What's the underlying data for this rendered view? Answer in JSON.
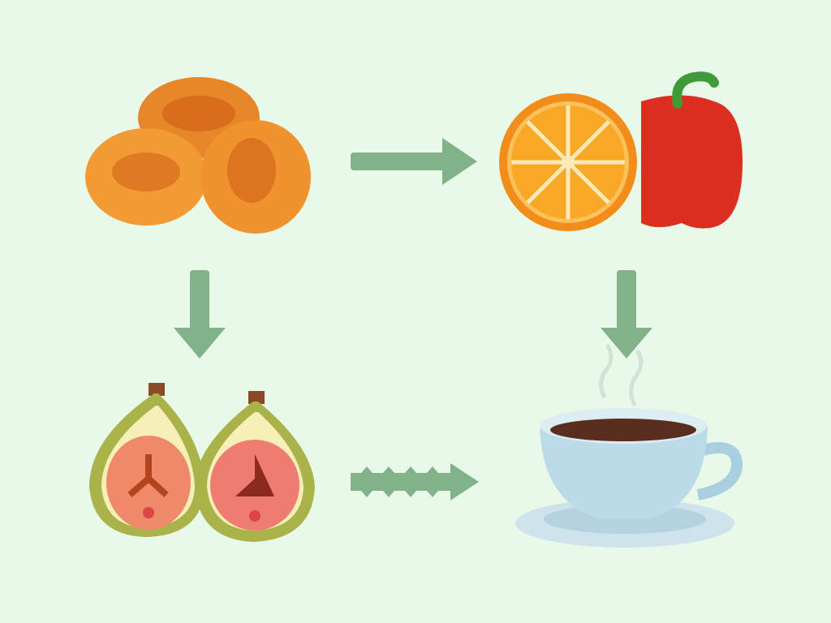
{
  "colors": {
    "background": "#e9f9e9",
    "arrow": "#82b28a",
    "apricot": "#f0902c",
    "orange": "#f9a825",
    "pepper": "#dd2e22",
    "fig_skin": "#a9b34a",
    "fig_flesh": "#ee8a6a",
    "cup": "#bcdbe8",
    "coffee": "#5a2e1e"
  },
  "items": [
    {
      "id": "dried-apricots",
      "icon": "dried-apricots-icon"
    },
    {
      "id": "orange-and-pepper",
      "icon": "orange-slice-and-red-pepper-icon"
    },
    {
      "id": "figs",
      "icon": "fig-halves-icon"
    },
    {
      "id": "coffee-cup",
      "icon": "coffee-cup-icon"
    }
  ],
  "arrows": [
    {
      "from": "dried-apricots",
      "to": "orange-and-pepper",
      "style": "solid"
    },
    {
      "from": "dried-apricots",
      "to": "figs",
      "style": "solid"
    },
    {
      "from": "orange-and-pepper",
      "to": "coffee-cup",
      "style": "solid"
    },
    {
      "from": "figs",
      "to": "coffee-cup",
      "style": "zigzag"
    }
  ]
}
